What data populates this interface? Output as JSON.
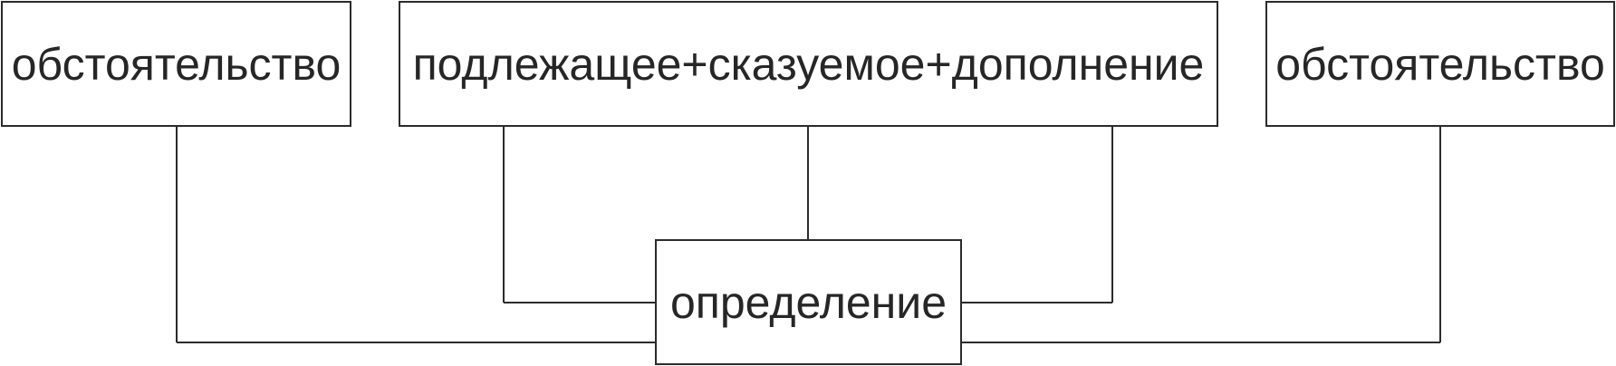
{
  "diagram": {
    "nodes": {
      "left": "обстоятельство",
      "center": "подлежащее+сказуемое+дополнение",
      "right": "обстоятельство",
      "bottom": "определение"
    },
    "edges": [
      {
        "from": "left",
        "to": "bottom"
      },
      {
        "from": "center",
        "to": "bottom"
      },
      {
        "from": "right",
        "to": "bottom"
      }
    ],
    "colors": {
      "line": "#2b2b2b",
      "text": "#262626",
      "background": "#ffffff"
    }
  }
}
